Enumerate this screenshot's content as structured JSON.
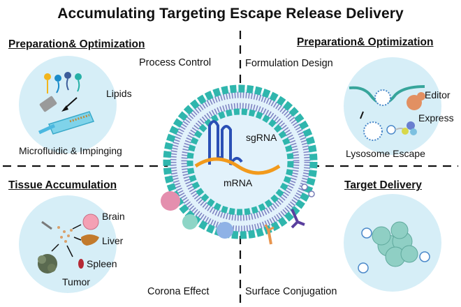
{
  "title": "Accumulating Targeting Escape Release Delivery",
  "quadrants": {
    "top_left": {
      "heading": "Preparation& Optimization",
      "process_label": "Process Control",
      "items": [
        "Lipids",
        "Microfluidic & Impinging"
      ]
    },
    "top_right": {
      "heading": "Preparation& Optimization",
      "process_label": "Formulation Design",
      "items": [
        "Editor",
        "Express",
        "Lysosome Escape"
      ]
    },
    "bottom_left": {
      "heading": "Tissue Accumulation",
      "process_label": "Corona Effect",
      "items": [
        "Brain",
        "Liver",
        "Spleen",
        "Tumor"
      ]
    },
    "bottom_right": {
      "heading": "Target Delivery",
      "process_label": "Surface Conjugation"
    }
  },
  "center": {
    "sgrna_label": "sgRNA",
    "mrna_label": "mRNA"
  },
  "colors": {
    "lipid_head": "#2db8b0",
    "lipid_tail": "#6f6fb3",
    "circle_fill": "#d6eef7",
    "mrna": "#f29a1c",
    "sgrna": "#2a4fb5"
  }
}
